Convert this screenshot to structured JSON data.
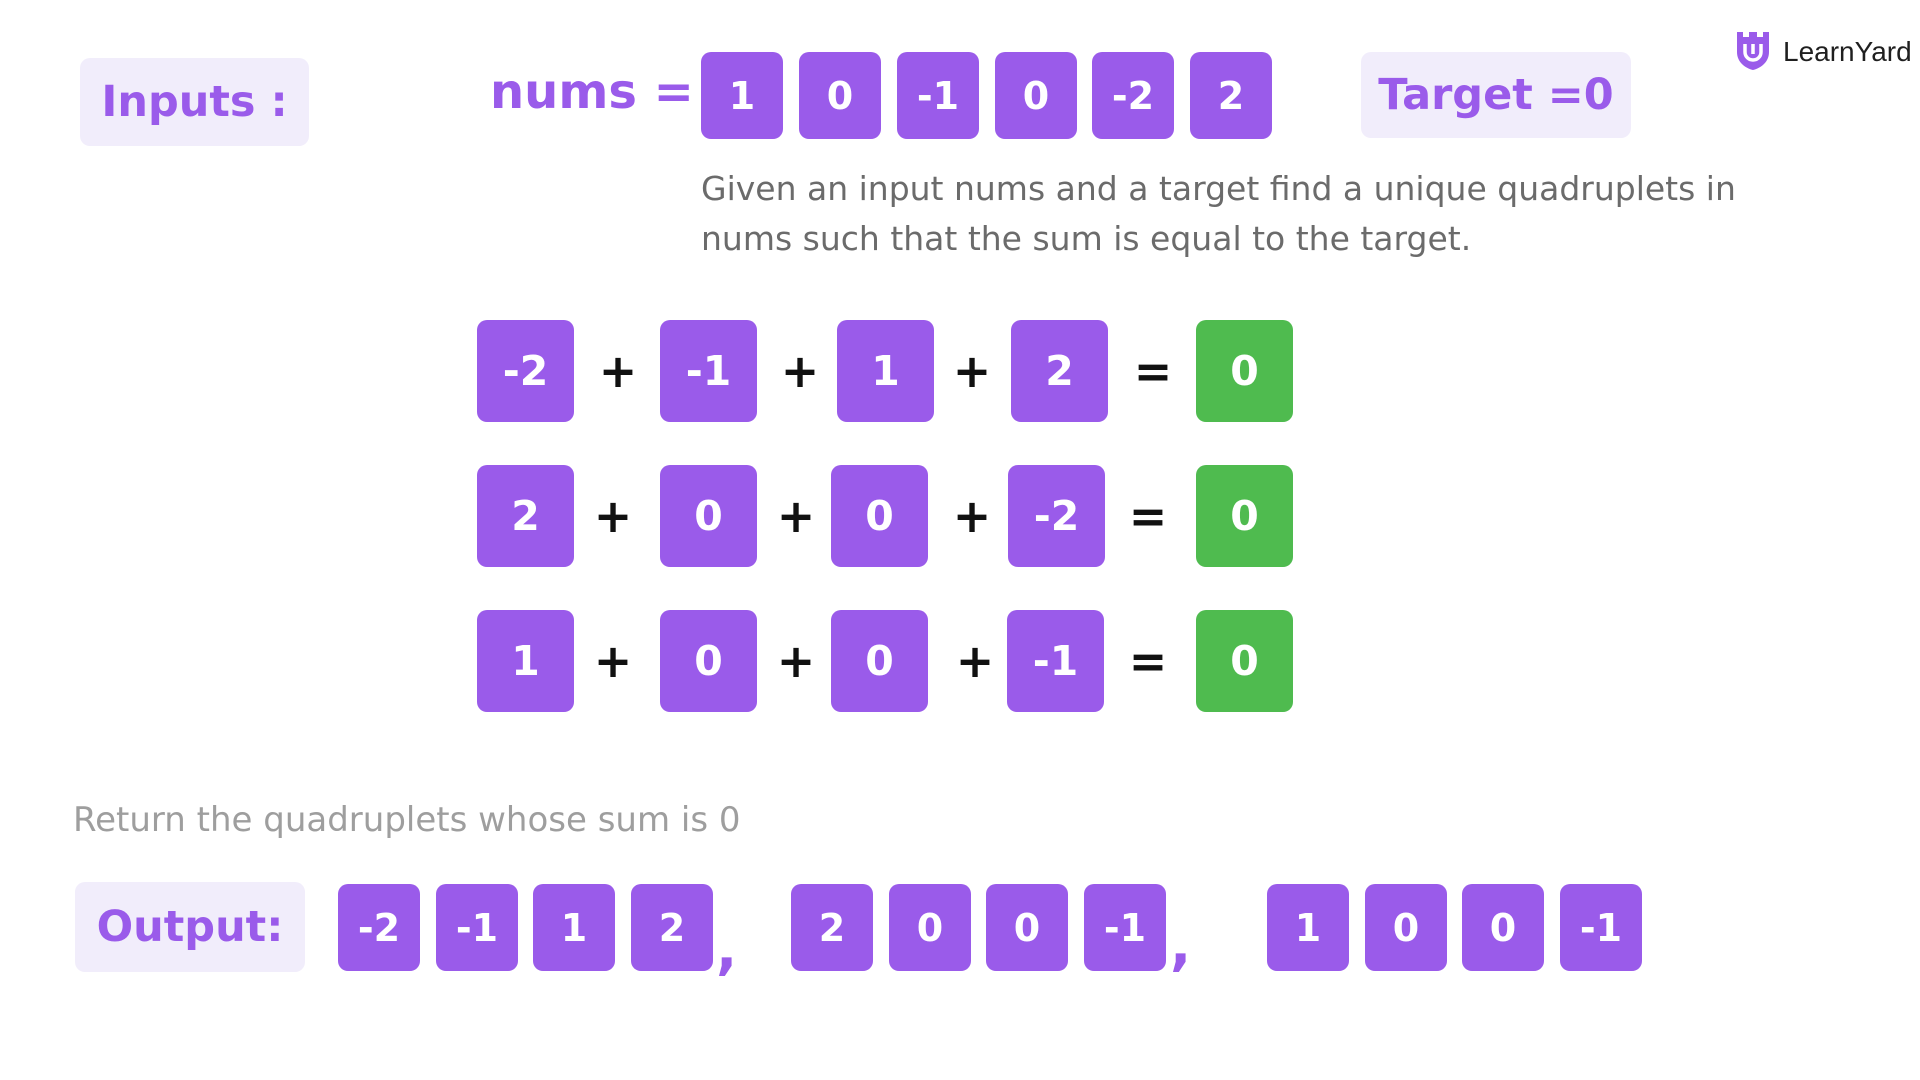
{
  "header": {
    "inputs_label": "Inputs :",
    "nums_label": "nums =",
    "nums": [
      "1",
      "0",
      "-1",
      "0",
      "-2",
      "2"
    ],
    "target_label": "Target =0",
    "logo_text": "LearnYard"
  },
  "description": {
    "line1": "Given an input nums and a target find a unique quadruplets in",
    "line2": "nums such that the sum is equal to the target."
  },
  "equations": [
    {
      "values": [
        "-2",
        "-1",
        "1",
        "2"
      ],
      "result": "0"
    },
    {
      "values": [
        "2",
        "0",
        "0",
        "-2"
      ],
      "result": "0"
    },
    {
      "values": [
        "1",
        "0",
        "0",
        "-1"
      ],
      "result": "0"
    }
  ],
  "operators": {
    "plus": "+",
    "equals": "="
  },
  "return_text": "Return the quadruplets whose sum is 0",
  "output": {
    "label": "Output:",
    "groups": [
      [
        "-2",
        "-1",
        "1",
        "2"
      ],
      [
        "2",
        "0",
        "0",
        "-1"
      ],
      [
        "1",
        "0",
        "0",
        "-1"
      ]
    ],
    "separator": ","
  },
  "colors": {
    "tile": "#9a5bea",
    "result_tile": "#4fbb4f",
    "label_bg": "#f1edfb",
    "accent_text": "#9a5bea"
  }
}
